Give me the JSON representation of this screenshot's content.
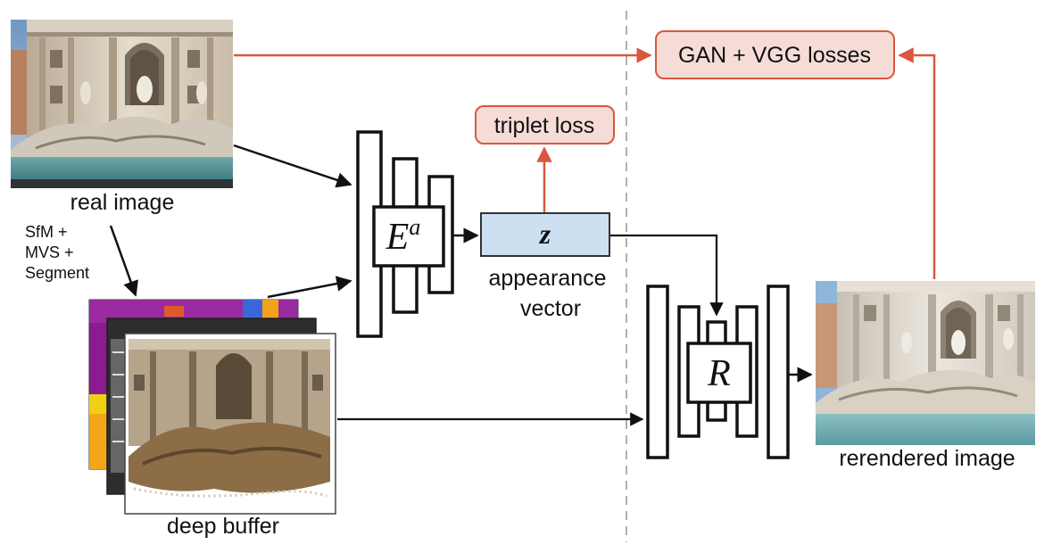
{
  "labels": {
    "real_image": "real image",
    "sfm_steps": "SfM +\nMVS +\nSegment",
    "deep_buffer": "deep buffer",
    "appearance_vector": "appearance\nvector",
    "rerendered_image": "rerendered image"
  },
  "boxes": {
    "gan_vgg": "GAN + VGG losses",
    "triplet": "triplet loss",
    "z": "z",
    "encoder_symbol": "E",
    "encoder_superscript": "a",
    "renderer_symbol": "R"
  },
  "colors": {
    "loss_fill": "#f6dcd6",
    "loss_stroke": "#d9573f",
    "z_fill": "#cde0f1",
    "arrow_black": "#111111",
    "arrow_red": "#d9573f",
    "divider": "#b0b0b0"
  }
}
